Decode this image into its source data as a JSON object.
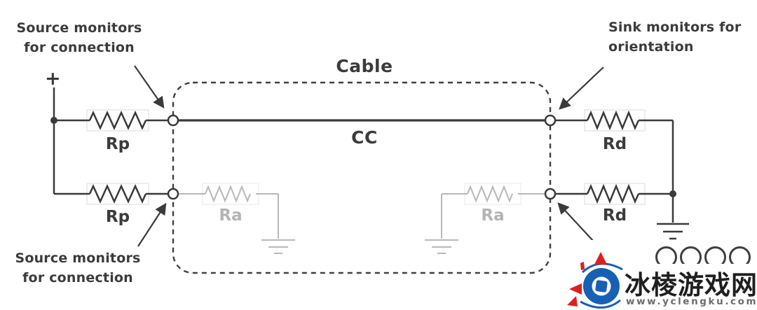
{
  "diagram": {
    "labels": {
      "plus": "+",
      "source_top_line1": "Source monitors",
      "source_top_line2": "for connection",
      "sink_line1": "Sink monitors for",
      "sink_line2": "orientation",
      "source_bottom_line1": "Source monitors",
      "source_bottom_line2": "for connection",
      "cable": "Cable",
      "cc_line": "CC",
      "rp_top": "Rp",
      "rp_bottom": "Rp",
      "rd_top": "Rd",
      "rd_bottom": "Rd",
      "ra_left": "Ra",
      "ra_right": "Ra"
    },
    "colors": {
      "wire": "#3a3a3a",
      "muted_gray": "#b8b8b8",
      "label_text": "#3b3b3b"
    }
  },
  "watermark": {
    "site_name": "冰棱游戏网",
    "site_url": "www.yclengku.com",
    "badge_circle_count": 4,
    "logo_colors": {
      "blue": "#1760b3",
      "red": "#dd1f1f"
    }
  }
}
